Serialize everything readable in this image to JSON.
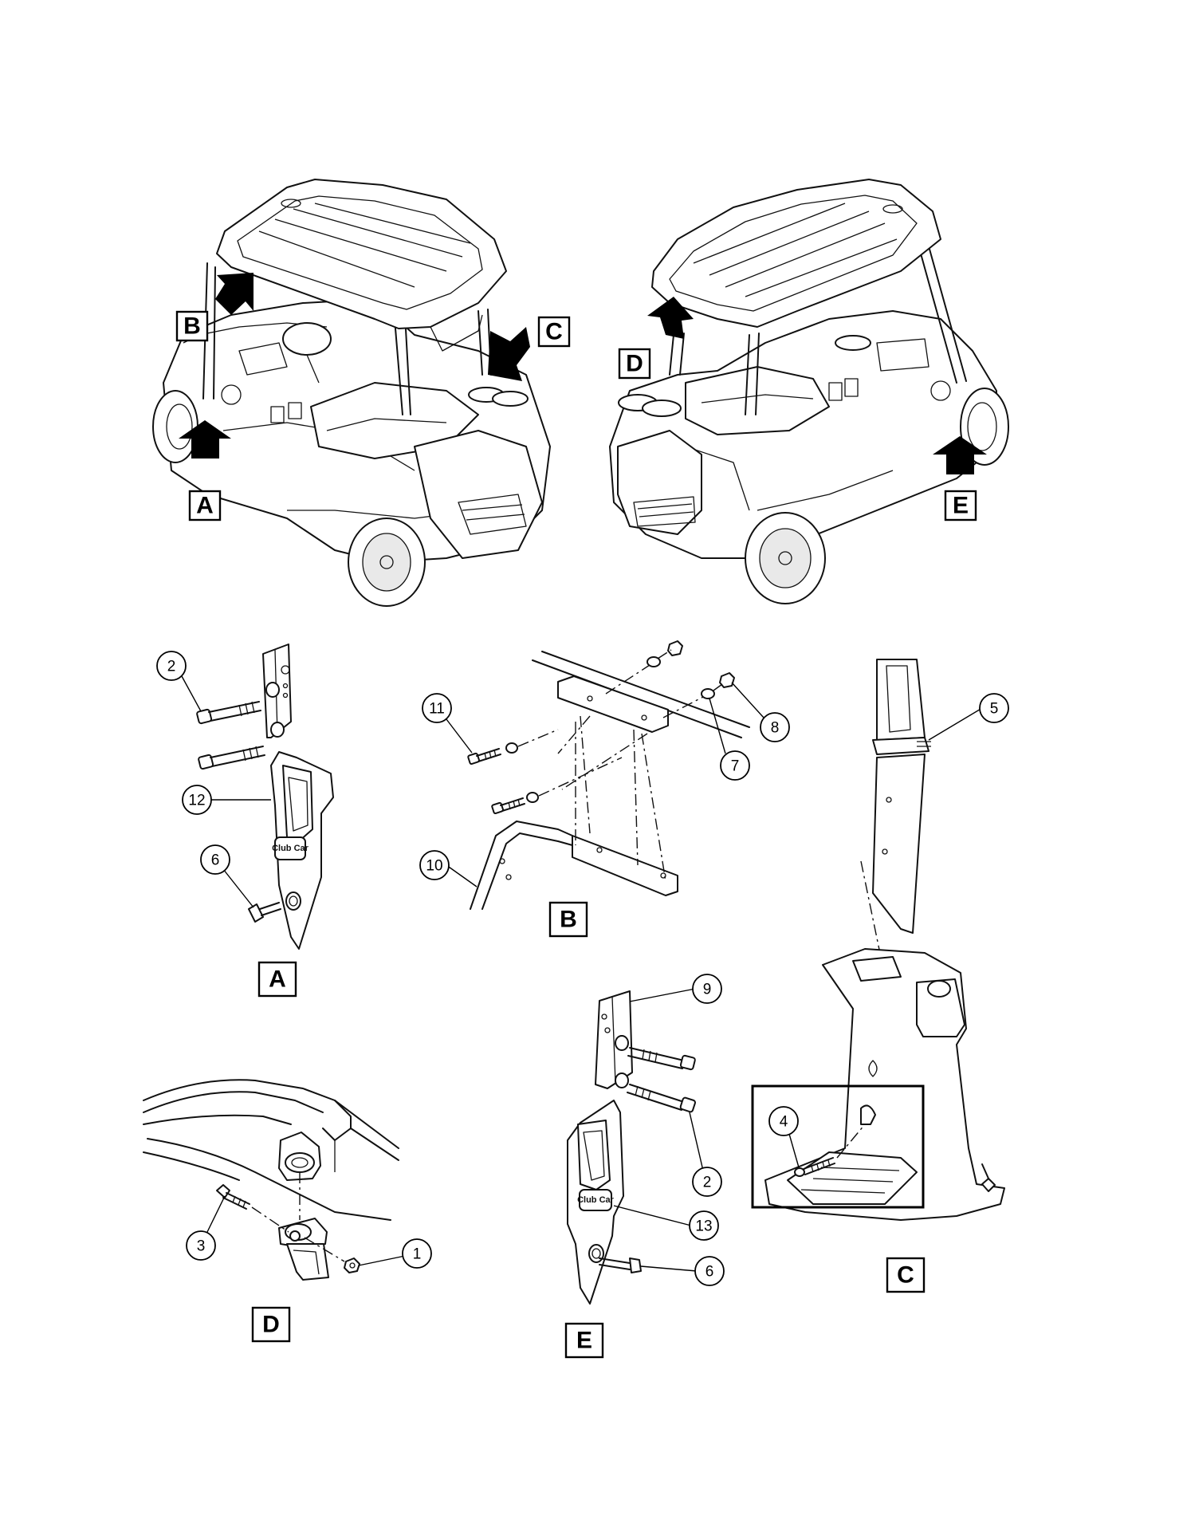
{
  "view_labels": {
    "A": "A",
    "B": "B",
    "C": "C",
    "D": "D",
    "E": "E",
    "detail_A": "A",
    "detail_B": "B",
    "detail_C": "C",
    "detail_D": "D",
    "detail_E": "E"
  },
  "callouts": {
    "a_2": "2",
    "a_12": "12",
    "a_6": "6",
    "b_11": "11",
    "b_8": "8",
    "b_7": "7",
    "b_10": "10",
    "c_5": "5",
    "c_4": "4",
    "d_3": "3",
    "d_1": "1",
    "e_9": "9",
    "e_2": "2",
    "e_13": "13",
    "e_6": "6"
  },
  "logo_text": "Club Car",
  "colors": {
    "line": "#111111",
    "arrow": "#000000",
    "background": "#ffffff"
  }
}
